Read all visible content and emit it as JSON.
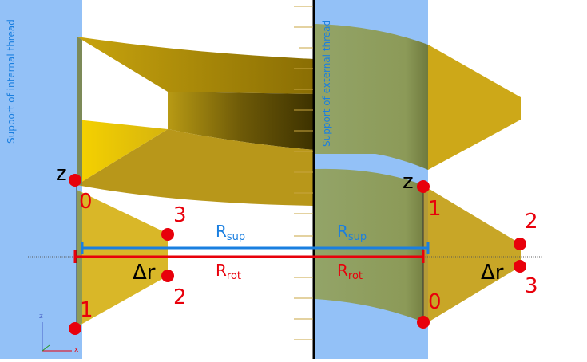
{
  "labels": {
    "support_internal": "Support of internal thread",
    "support_external": "Support of external thread"
  },
  "left": {
    "z": "z",
    "delta_r": "Δr",
    "r_sup": "R",
    "r_sup_sub": "sup",
    "r_rot": "R",
    "r_rot_sub": "rot",
    "points": [
      "0",
      "3",
      "2",
      "1"
    ]
  },
  "right": {
    "z": "z",
    "delta_r": "Δr",
    "r_sup": "R",
    "r_sup_sub": "sup",
    "r_rot": "R",
    "r_rot_sub": "rot",
    "points": [
      "1",
      "2",
      "3",
      "0"
    ]
  },
  "axes": {
    "z": "z",
    "x": "x"
  },
  "colors": {
    "support_band": "#93c1f7",
    "thread": "#d4b21a",
    "thread_dark": "#a08410",
    "thread_green": "#8d9a55",
    "point": "#e8000b",
    "r_sup_line": "#1a7fe0",
    "r_rot_line": "#e8000b"
  }
}
